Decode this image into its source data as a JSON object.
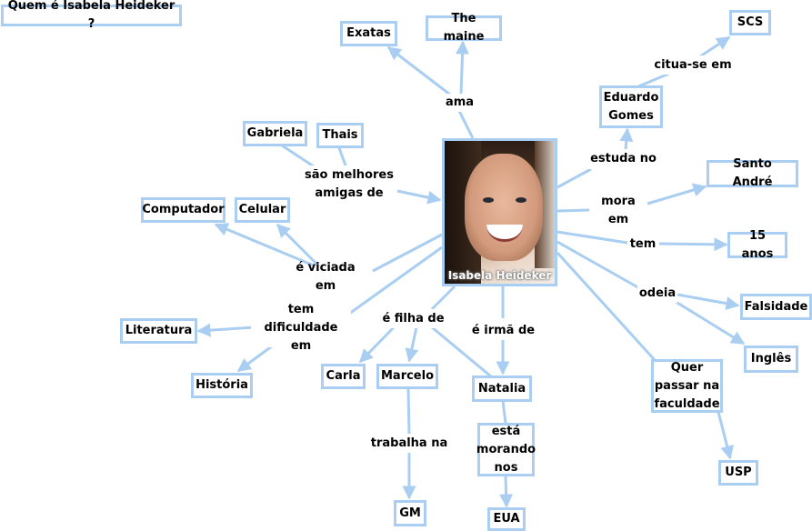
{
  "title": "Quem é Isabela Heideker ?",
  "center": {
    "caption": "Isabela Heideker",
    "image_alt": "photo of a smiling girl with long dark hair"
  },
  "colors": {
    "border": "#a9cef1",
    "line": "#a9cef1",
    "text": "#000000",
    "background": "#ffffff"
  },
  "concepts": {
    "exatas": "Exatas",
    "the_maine": "The maine",
    "gabriela": "Gabriela",
    "thais": "Thais",
    "computador": "Computador",
    "celular": "Celular",
    "eduardo_gomes": "Eduardo\nGomes",
    "scs": "SCS",
    "santo_andre": "Santo André",
    "quinze_anos": "15 anos",
    "falsidade": "Falsidade",
    "ingles": "Inglês",
    "literatura": "Literatura",
    "historia": "História",
    "carla": "Carla",
    "marcelo": "Marcelo",
    "natalia": "Natalia",
    "quer_passar": "Quer\npassar na\nfaculdade",
    "usp": "USP",
    "gm": "GM",
    "eua": "EUA",
    "esta_morando": "está\nmorando\nnos"
  },
  "links": {
    "ama": "ama",
    "cita": "citua-se em",
    "estuda": "estuda no",
    "melhores": "são melhores\namigas de",
    "mora": "mora em",
    "tem": "tem",
    "viciada": "é viciada em",
    "odeia": "odeia",
    "dificuldade": "tem\ndificuldade em",
    "filha": "é filha de",
    "irma": "é irmã de",
    "trabalha": "trabalha na"
  }
}
